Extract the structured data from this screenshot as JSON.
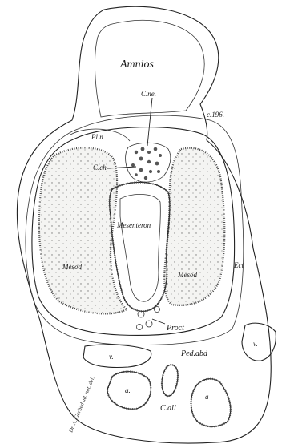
{
  "labels": {
    "amnios": "Amnios",
    "c_ne": "C.ne.",
    "plate": "c.196.",
    "pl_n": "Pl.n",
    "c_ch": "C.ch",
    "mesenteron": "Mesenteron",
    "mesod_left": "Mesod",
    "mesod_right": "Mesod",
    "ect": "Ect",
    "proct": "Proct",
    "v_left": "v.",
    "v_right": "v.",
    "ped_abd": "Ped.abd",
    "a_left": "a.",
    "a_right": "a",
    "c_all": "C.all"
  },
  "signature": "Dr. A. Gorhed ad. nat. del."
}
